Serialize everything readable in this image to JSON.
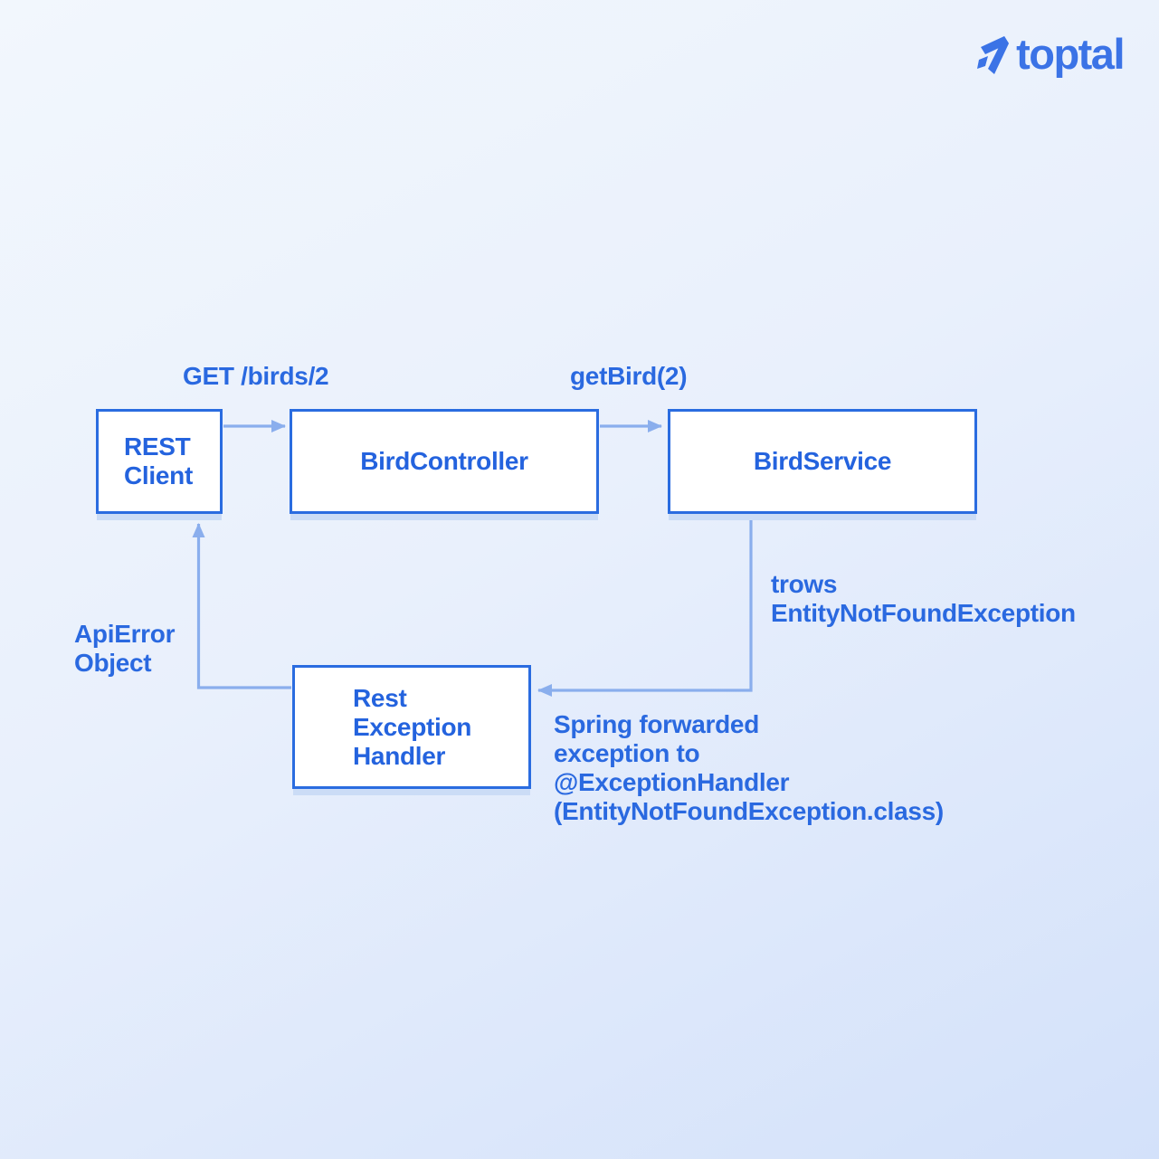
{
  "brand": {
    "logo_text": "toptal",
    "logo_icon": "toptal-mark-icon",
    "logo_color": "#3b73e6"
  },
  "colors": {
    "box_border": "#2a6ce0",
    "box_background": "#ffffff",
    "box_shadow": "#cbdcf6",
    "text_blue": "#2a69e0",
    "arrow_blue": "#8aaeed",
    "background_top": "#f2f7fd",
    "background_bottom": "#d3e1fa"
  },
  "nodes": {
    "rest_client": "REST\nClient",
    "bird_controller": "BirdController",
    "bird_service": "BirdService",
    "rest_exception_handler": "Rest\nException\nHandler"
  },
  "edges": {
    "request_label": "GET /birds/2",
    "service_call_label": "getBird(2)",
    "throws_label": "trows\nEntityNotFoundException",
    "forwarded_label": "Spring forwarded\nexception to\n@ExceptionHandler\n(EntityNotFoundException.class)",
    "response_label": "ApiError\nObject"
  }
}
